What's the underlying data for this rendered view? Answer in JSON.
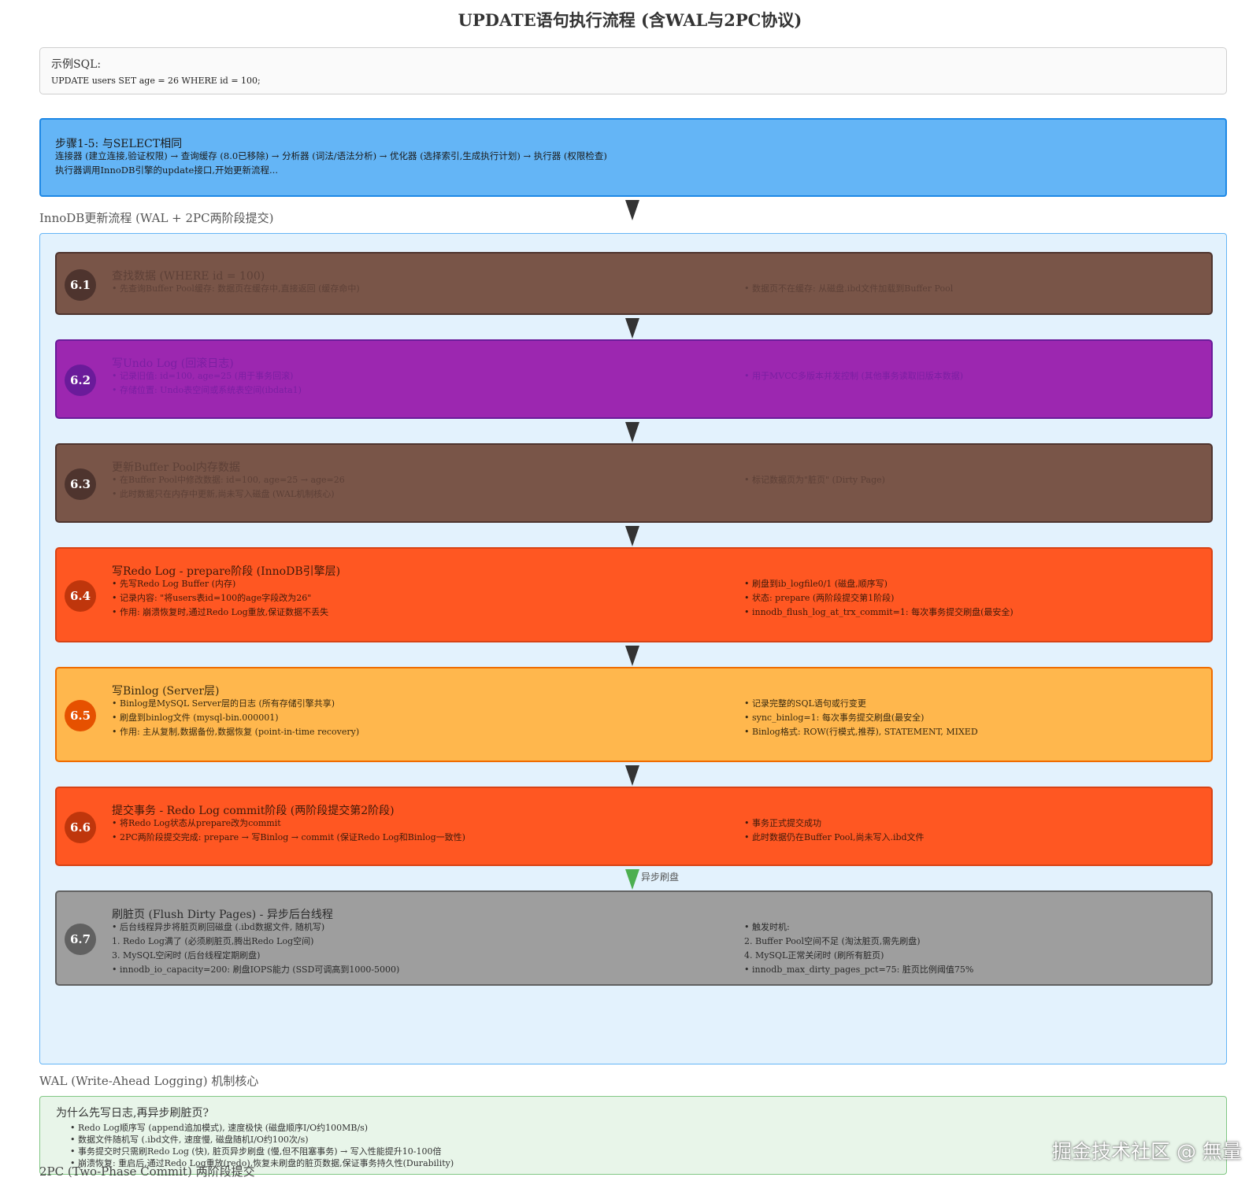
{
  "title": "UPDATE语句执行流程 (含WAL与2PC协议)",
  "sql": {
    "label": "示例SQL:",
    "code": "UPDATE users SET age = 26 WHERE id = 100;"
  },
  "steps_1_5": {
    "heading": "步骤1-5: 与SELECT相同",
    "line1": "连接器 (建立连接,验证权限) → 查询缓存 (8.0已移除) → 分析器 (词法/语法分析) → 优化器 (选择索引,生成执行计划) → 执行器 (权限检查)",
    "line2": "执行器调用InnoDB引擎的update接口,开始更新流程..."
  },
  "innodb_section_title": "InnoDB更新流程 (WAL + 2PC两阶段提交)",
  "steps": [
    {
      "num": "6.1",
      "title": "查找数据 (WHERE id = 100)",
      "left": [
        "• 先查询Buffer Pool缓存: 数据页在缓存中,直接返回 (缓存命中)"
      ],
      "right": [
        "• 数据页不在缓存: 从磁盘.ibd文件加载到Buffer Pool"
      ],
      "colors": {
        "bg": "#795548",
        "border": "#4e342e",
        "circle": "#4e342e",
        "text": "#5d4037"
      }
    },
    {
      "num": "6.2",
      "title": "写Undo Log (回滚日志)",
      "left": [
        "• 记录旧值: id=100, age=25 (用于事务回滚)",
        "• 存储位置: Undo表空间或系统表空间(ibdata1)"
      ],
      "right": [
        "• 用于MVCC多版本并发控制 (其他事务读取旧版本数据)"
      ],
      "colors": {
        "bg": "#9c27b0",
        "border": "#6a1b9a",
        "circle": "#6a1b9a",
        "text": "#7b1fa2"
      }
    },
    {
      "num": "6.3",
      "title": "更新Buffer Pool内存数据",
      "left": [
        "• 在Buffer Pool中修改数据: id=100, age=25 → age=26",
        "• 此时数据只在内存中更新,尚未写入磁盘 (WAL机制核心)"
      ],
      "right": [
        "• 标记数据页为\"脏页\" (Dirty Page)"
      ],
      "colors": {
        "bg": "#795548",
        "border": "#4e342e",
        "circle": "#4e342e",
        "text": "#5d4037"
      }
    },
    {
      "num": "6.4",
      "title": "写Redo Log - prepare阶段 (InnoDB引擎层)",
      "left": [
        "• 先写Redo Log Buffer (内存)",
        "• 记录内容: \"将users表id=100的age字段改为26\"",
        "• 作用: 崩溃恢复时,通过Redo Log重放,保证数据不丢失"
      ],
      "right": [
        "• 刷盘到ib_logfile0/1 (磁盘,顺序写)",
        "• 状态: prepare (两阶段提交第1阶段)",
        "• innodb_flush_log_at_trx_commit=1: 每次事务提交刷盘(最安全)"
      ],
      "colors": {
        "bg": "#ff5722",
        "border": "#d84315",
        "circle": "#bf360c",
        "text": "#3e1a0a"
      }
    },
    {
      "num": "6.5",
      "title": "写Binlog (Server层)",
      "left": [
        "• Binlog是MySQL Server层的日志 (所有存储引擎共享)",
        "• 刷盘到binlog文件 (mysql-bin.000001)",
        "• 作用: 主从复制,数据备份,数据恢复 (point-in-time recovery)"
      ],
      "right": [
        "• 记录完整的SQL语句或行变更",
        "• sync_binlog=1: 每次事务提交刷盘(最安全)",
        "• Binlog格式: ROW(行模式,推荐), STATEMENT, MIXED"
      ],
      "colors": {
        "bg": "#ffb74d",
        "border": "#ef6c00",
        "circle": "#e65100",
        "text": "#3a2a10"
      }
    },
    {
      "num": "6.6",
      "title": "提交事务 - Redo Log commit阶段 (两阶段提交第2阶段)",
      "left": [
        "• 将Redo Log状态从prepare改为commit",
        "• 2PC两阶段提交完成: prepare → 写Binlog → commit (保证Redo Log和Binlog一致性)"
      ],
      "right": [
        "• 事务正式提交成功",
        "• 此时数据仍在Buffer Pool,尚未写入.ibd文件"
      ],
      "colors": {
        "bg": "#ff5722",
        "border": "#d84315",
        "circle": "#bf360c",
        "text": "#3e1a0a"
      }
    },
    {
      "num": "6.7",
      "title": "刷脏页 (Flush Dirty Pages) - 异步后台线程",
      "left": [
        "• 后台线程异步将脏页刷回磁盘 (.ibd数据文件, 随机写)",
        "1. Redo Log满了 (必须刷脏页,腾出Redo Log空间)",
        "3. MySQL空闲时 (后台线程定期刷盘)",
        "• innodb_io_capacity=200: 刷盘IOPS能力 (SSD可调高到1000-5000)"
      ],
      "right": [
        "• 触发时机:",
        "2. Buffer Pool空间不足 (淘汰脏页,需先刷盘)",
        "4. MySQL正常关闭时 (刷所有脏页)",
        "• innodb_max_dirty_pages_pct=75: 脏页比例阈值75%"
      ],
      "colors": {
        "bg": "#9e9e9e",
        "border": "#616161",
        "circle": "#616161",
        "text": "#2a2a2a"
      }
    }
  ],
  "async_label": "异步刷盘",
  "wal": {
    "section_title": "WAL (Write-Ahead Logging) 机制核心",
    "heading": "为什么先写日志,再异步刷脏页?",
    "items": [
      "• Redo Log顺序写 (append追加模式), 速度极快 (磁盘顺序I/O约100MB/s)",
      "• 数据文件随机写 (.ibd文件, 速度慢, 磁盘随机I/O约100次/s)",
      "• 事务提交时只需刷Redo Log (快), 脏页异步刷盘 (慢,但不阻塞事务) → 写入性能提升10-100倍",
      "• 崩溃恢复: 重启后,通过Redo Log重放(redo),恢复未刷盘的脏页数据,保证事务持久性(Durability)"
    ]
  },
  "twopc_section_title": "2PC (Two-Phase Commit) 两阶段提交",
  "watermark": "掘金技术社区 @ 無量"
}
